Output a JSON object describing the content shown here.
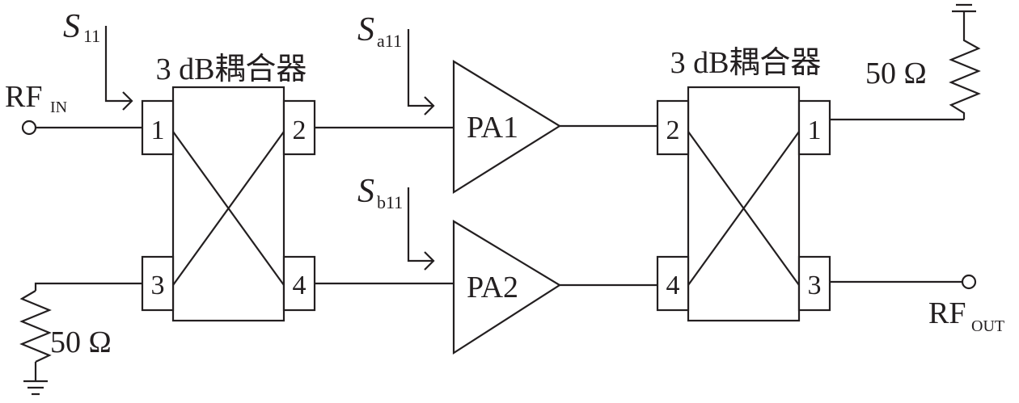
{
  "rf_in": {
    "main": "RF",
    "sub": "IN"
  },
  "rf_out": {
    "main": "RF",
    "sub": "OUT"
  },
  "s11": {
    "main": "S",
    "sub": "11"
  },
  "sa11": {
    "main": "S",
    "sub": "a11"
  },
  "sb11": {
    "main": "S",
    "sub": "b11"
  },
  "coupler_left": {
    "title": "3 dB耦合器",
    "ports": [
      "1",
      "2",
      "3",
      "4"
    ]
  },
  "coupler_right": {
    "title": "3 dB耦合器",
    "ports": [
      "2",
      "1",
      "4",
      "3"
    ]
  },
  "amplifiers": [
    "PA1",
    "PA2"
  ],
  "resistor_left_label": "50 Ω",
  "resistor_right_label": "50 Ω"
}
